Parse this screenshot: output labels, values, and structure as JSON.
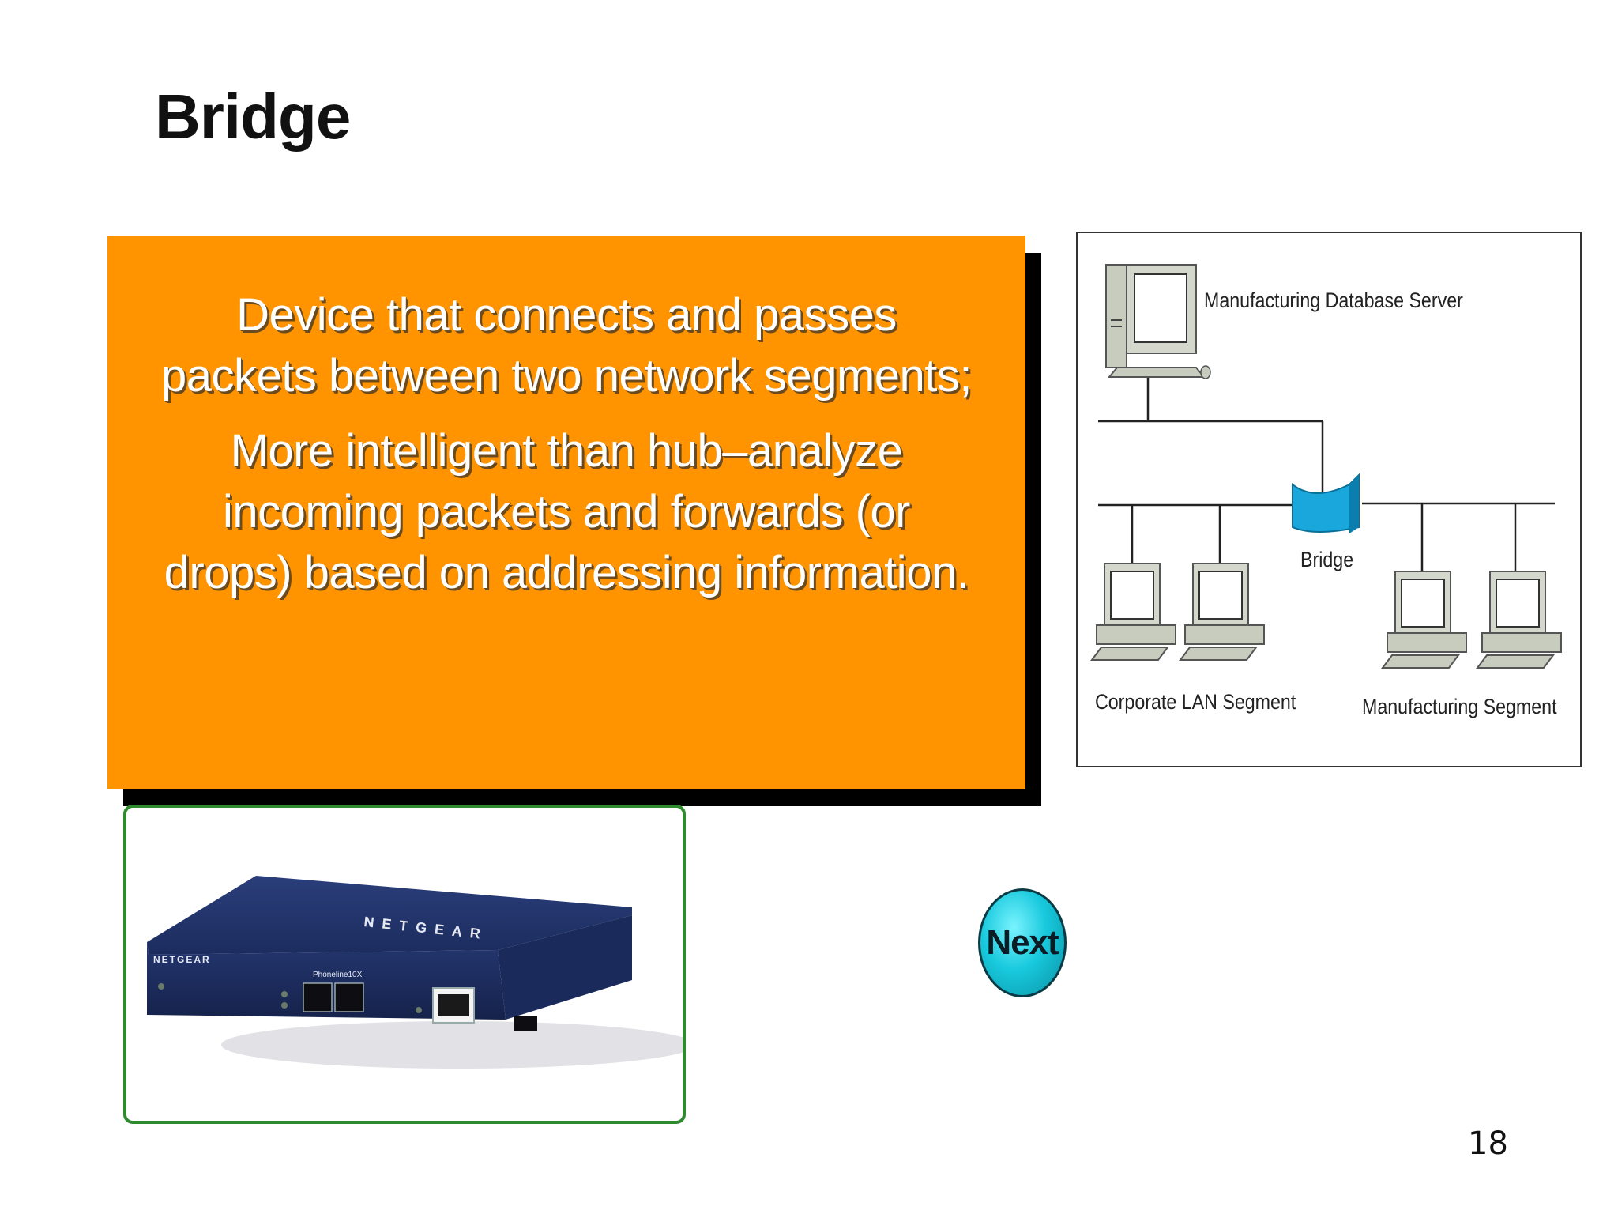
{
  "slide": {
    "title": "Bridge",
    "page_number": "18"
  },
  "callout": {
    "paragraphs": [
      "Device that connects and passes packets between two network segments;",
      "More intelligent than hub–analyze incoming packets and forwards (or drops) based on addressing information."
    ],
    "background_color": "#ff9400"
  },
  "diagram": {
    "server_label": "Manufacturing Database Server",
    "bridge_label": "Bridge",
    "left_segment_label": "Corporate LAN Segment",
    "right_segment_label": "Manufacturing Segment",
    "bridge_color": "#1aa7dc"
  },
  "product_photo": {
    "brand_front": "NETGEAR",
    "brand_top": "NETGEAR",
    "port_label": "Phoneline10X"
  },
  "navigation": {
    "next_label": "Next"
  }
}
